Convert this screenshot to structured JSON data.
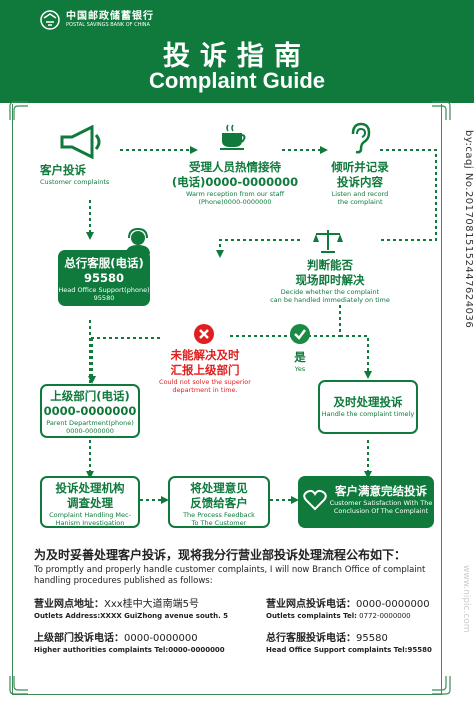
{
  "header": {
    "bank_name_cn": "中国邮政储蓄银行",
    "bank_name_en": "POSTAL SAVINGS BANK OF CHINA",
    "title_cn": "投诉指南",
    "title_en": "Complaint Guide"
  },
  "steps": {
    "customer_complaint": {
      "cn": "客户投诉",
      "en": "Customer complaints"
    },
    "reception": {
      "cn1": "受理人员热情接待",
      "cn2": "(电话)0000-0000000",
      "en1": "Warm reception from our staff",
      "en2": "(Phone)0000-0000000"
    },
    "listen_record": {
      "cn1": "倾听并记录",
      "cn2": "投诉内容",
      "en1": "Listen and record",
      "en2": "the complaint"
    },
    "judge": {
      "cn1": "判断能否",
      "cn2": "现场即时解决",
      "en1": "Decide whether the complaint",
      "en2": "can be handled immediately on time"
    },
    "head_office": {
      "cn1": "总行客服(电话)",
      "cn2": "95580",
      "en1": "Head Office Support(phone)",
      "en2": "95580"
    },
    "not_solved": {
      "cn1": "未能解决及时",
      "cn2": "汇报上级部门",
      "en1": "Could not solve the superior",
      "en2": "department in time."
    },
    "yes": {
      "cn": "是",
      "en": "Yes"
    },
    "parent_dept": {
      "cn1": "上级部门(电话)",
      "cn2": "0000-0000000",
      "en1": "Parent Department(phone)",
      "en2": "0000-0000000"
    },
    "timely": {
      "cn": "及时处理投诉",
      "en": "Handle the complaint timely"
    },
    "handling_org": {
      "cn1": "投诉处理机构",
      "cn2": "调查处理",
      "en1": "Complaint Handling Mec-",
      "en2": "Hanism Investigation"
    },
    "feedback": {
      "cn1": "将处理意见",
      "cn2": "反馈给客户",
      "en1": "The Process Feedback",
      "en2": "To The Customer"
    },
    "satisfaction": {
      "cn": "客户满意完结投诉",
      "en1": "Customer Satisfaction With The",
      "en2": "Conclusion Of The Complaint"
    }
  },
  "info": {
    "intro_cn": "为及时妥善处理客户投诉，现将我分行营业部投诉处理流程公布如下：",
    "intro_en": "To promptly and properly handle customer complaints, I will now Branch Office of complaint handling procedures published as follows:",
    "outlet_addr_label": "营业网点地址：",
    "outlet_addr_value": "Xxx桂中大道南端5号",
    "outlet_addr_en": "Outlets Address:XXXX GuiZhong avenue south. 5",
    "outlet_tel_label": "营业网点投诉电话：",
    "outlet_tel_value": "0000-0000000",
    "outlet_tel_en_label": "Outlets complaints Tel:",
    "outlet_tel_en_value": "0772-0000000",
    "higher_tel_label": "上级部门投诉电话：",
    "higher_tel_value": "0000-0000000",
    "higher_tel_en": "Higher authorities complaints Tel:0000-0000000",
    "head_tel_label": "总行客服投诉电话：",
    "head_tel_value": "95580",
    "head_tel_en": "Head Office Support complaints Tel:95580"
  },
  "watermark": {
    "side": "by:caqj No.20170815152447624036",
    "bottom": "www.nipic.com"
  },
  "colors": {
    "brand_green": "#0f7a3c",
    "alert_red": "#e02020",
    "check_green": "#1a8a45"
  }
}
